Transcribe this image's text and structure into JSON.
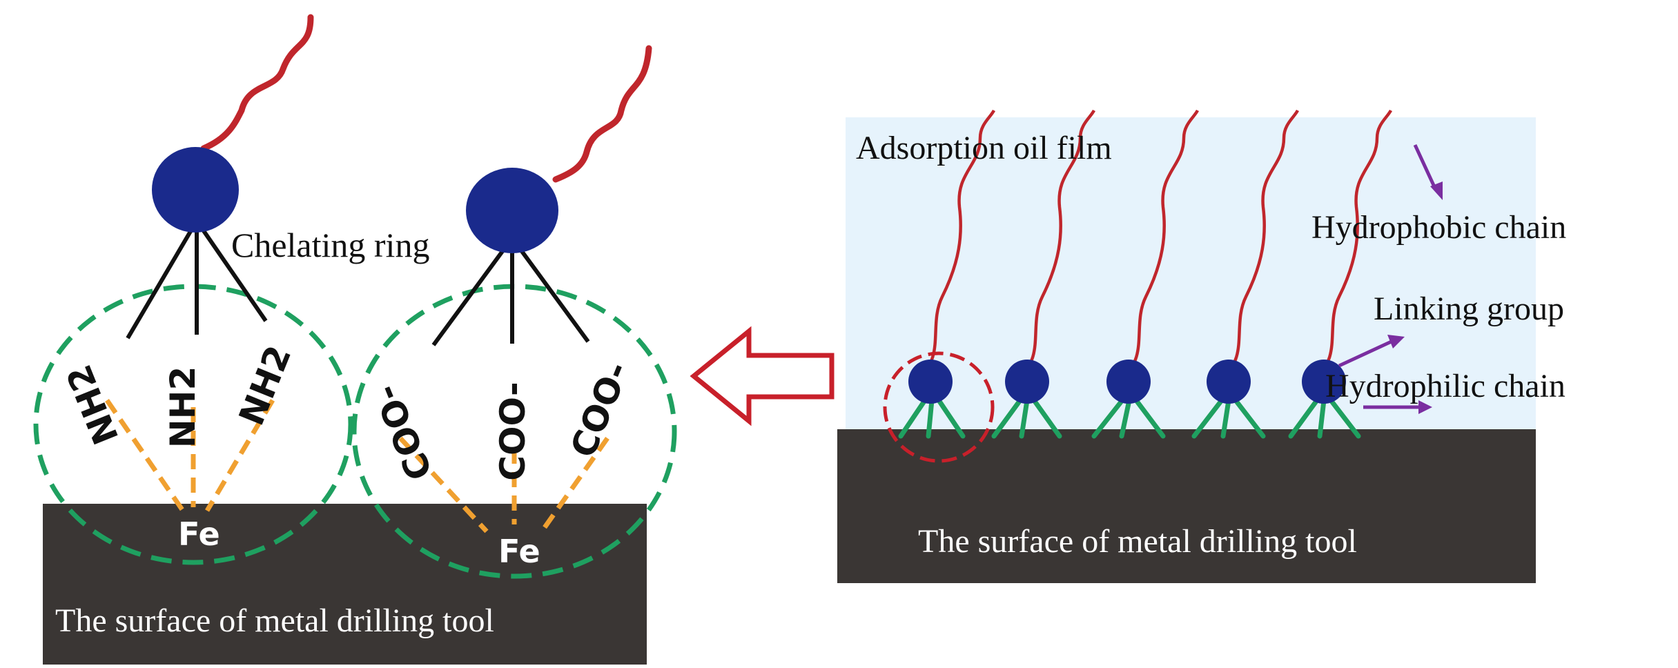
{
  "left_panel": {
    "chelating_label": "Chelating ring",
    "amine_groups": [
      "NH2",
      "NH2",
      "NH2"
    ],
    "carboxylate_groups": [
      "COO-",
      "COO-",
      "COO-"
    ],
    "metal_atoms": [
      "Fe",
      "Fe"
    ],
    "surface_label": "The surface of metal drilling tool"
  },
  "right_panel": {
    "film_label": "Adsorption oil film",
    "hydrophobic_label": "Hydrophobic chain",
    "linking_label": "Linking group",
    "hydrophilic_label": "Hydrophilic chain",
    "surface_label": "The surface of metal drilling tool"
  },
  "colors": {
    "head": "#1a2a8c",
    "tail": "#c0262c",
    "green_bond": "#1fa060",
    "orange_bond": "#f0a030",
    "surface": "#3a3634",
    "film": "#e6f3fc",
    "arrow": "#7a2ea0",
    "big_arrow": "#c8202a"
  }
}
